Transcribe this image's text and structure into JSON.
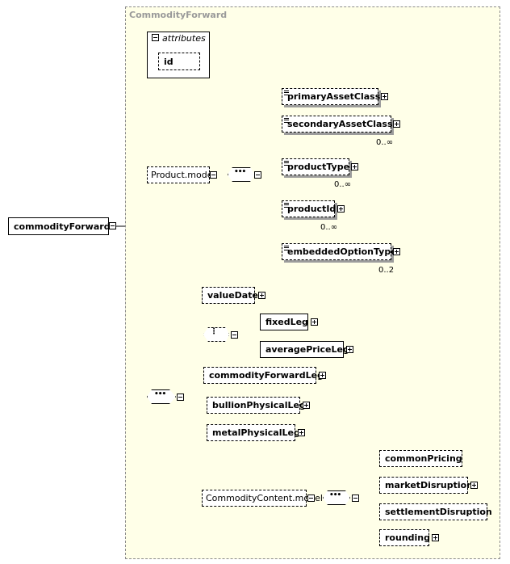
{
  "root": {
    "label": "commodityForward"
  },
  "container": {
    "title": "CommodityForward"
  },
  "attributes": {
    "header": "attributes",
    "items": [
      {
        "label": "id"
      }
    ]
  },
  "groups": {
    "product": {
      "label": "Product.model"
    },
    "commodity_content": {
      "label": "CommodityContent.model"
    }
  },
  "product_elements": [
    {
      "label": "primaryAssetClass",
      "cardinality": ""
    },
    {
      "label": "secondaryAssetClass",
      "cardinality": "0..∞"
    },
    {
      "label": "productType",
      "cardinality": "0..∞"
    },
    {
      "label": "productId",
      "cardinality": "0..∞"
    },
    {
      "label": "embeddedOptionType",
      "cardinality": "0..2"
    }
  ],
  "forward_elements": {
    "value_date": {
      "label": "valueDate"
    },
    "choice_items": [
      {
        "label": "fixedLeg"
      },
      {
        "label": "averagePriceLeg"
      }
    ],
    "legs": [
      {
        "label": "commodityForwardLeg"
      },
      {
        "label": "bullionPhysicalLeg"
      },
      {
        "label": "metalPhysicalLeg"
      }
    ]
  },
  "content_elements": [
    {
      "label": "commonPricing"
    },
    {
      "label": "marketDisruption"
    },
    {
      "label": "settlementDisruption"
    },
    {
      "label": "rounding"
    }
  ],
  "colors": {
    "frame_fill": "#ffffe8",
    "frame_border": "#8c8c8c",
    "title": "#9a9a9a",
    "shadow": "#9c9c9c"
  }
}
